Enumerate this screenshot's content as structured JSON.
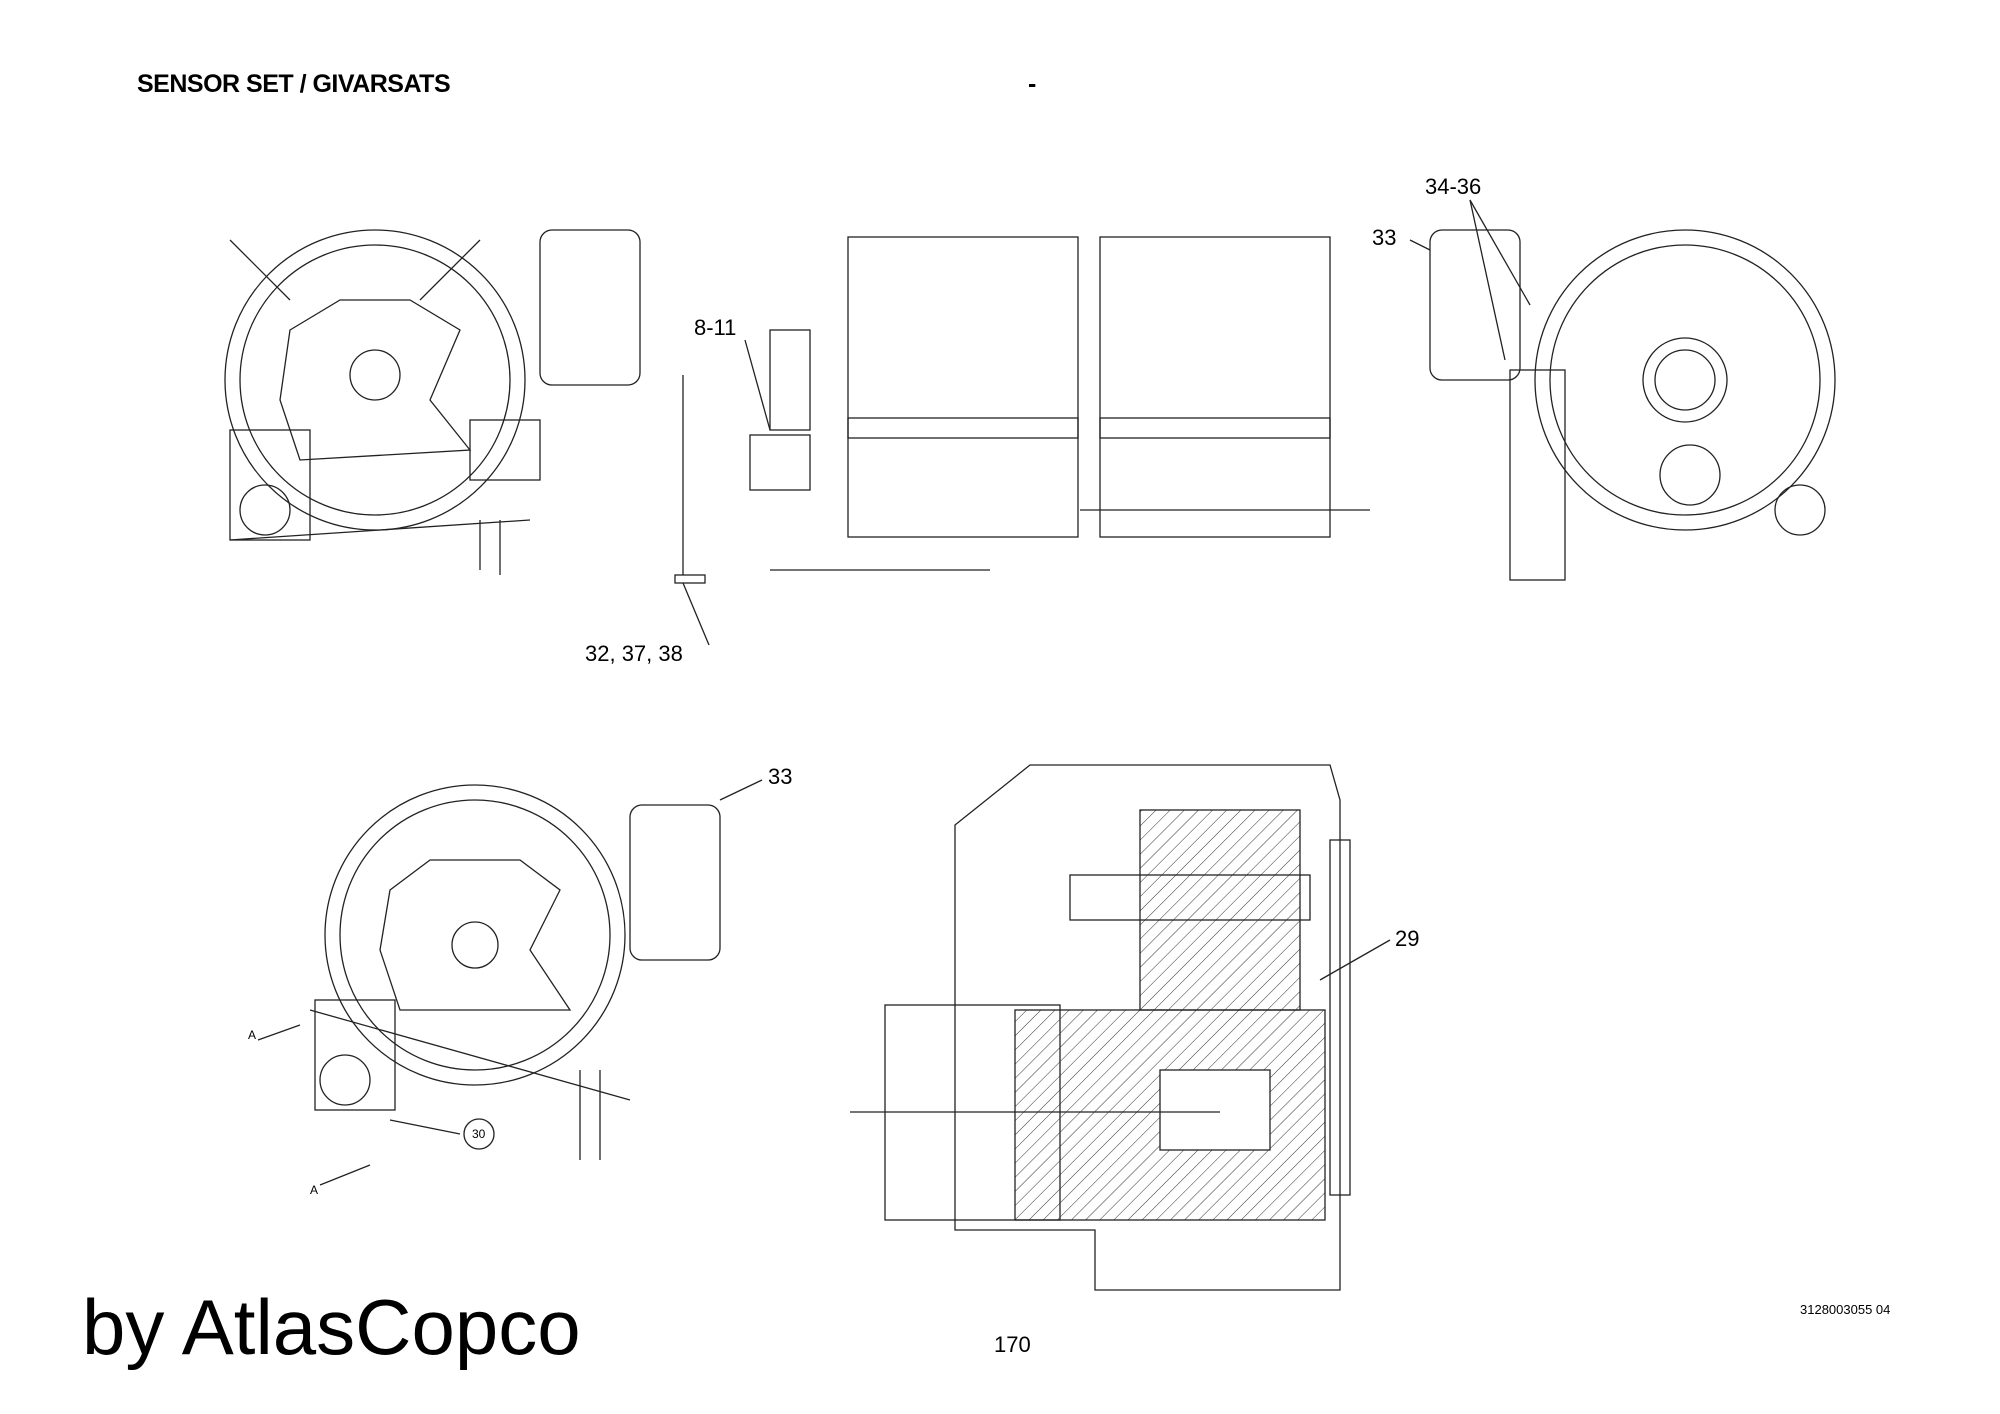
{
  "header": {
    "title": "SENSOR SET / GIVARSATS",
    "separator": "-"
  },
  "callouts": {
    "c34_36": "34-36",
    "c33_top": "33",
    "c8_11": "8-11",
    "c32_37_38": "32, 37, 38",
    "c33_bottom": "33",
    "c29": "29",
    "c30": "30",
    "section_a1": "A",
    "section_a2": "A"
  },
  "footer": {
    "brand": "by AtlasCopco",
    "page_number": "170",
    "document_number": "3128003055 04"
  }
}
